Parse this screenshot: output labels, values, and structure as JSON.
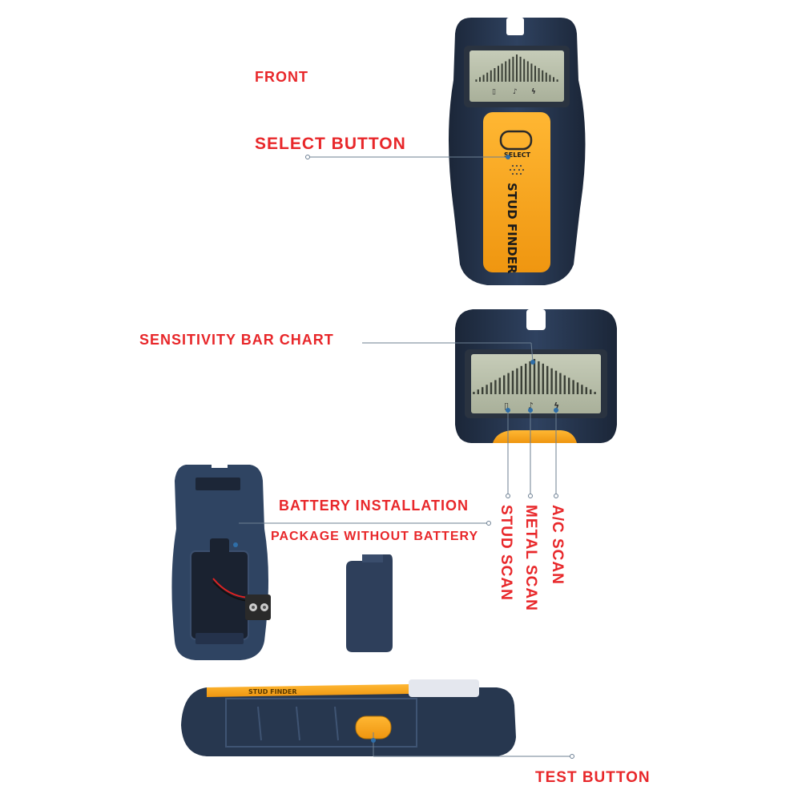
{
  "labels": {
    "front": "FRONT",
    "select_button": "SELECT BUTTON",
    "sensitivity_bar_chart": "SENSITIVITY BAR CHART",
    "battery_installation": "BATTERY INSTALLATION",
    "package_without_battery": "PACKAGE WITHOUT BATTERY",
    "stud_scan": "STUD SCAN",
    "metal_scan": "METAL SCAN",
    "ac_scan": "A/C SCAN",
    "test_button": "TEST BUTTON"
  },
  "device": {
    "select_text": "SELECT",
    "brand_text": "STUD FINDER",
    "side_text": "STUD FINDER"
  },
  "colors": {
    "label_red": "#e8272a",
    "body_navy": "#23324a",
    "accent_orange": "#f7a21b",
    "lcd": "#b9c0ab",
    "callout_blue": "#2f6ea8"
  }
}
